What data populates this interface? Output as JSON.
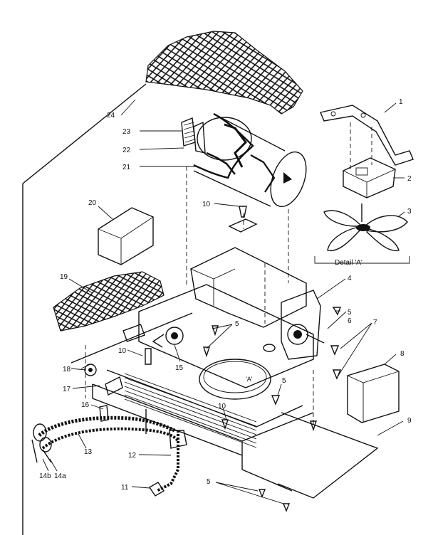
{
  "labels": {
    "n1": "1",
    "n2": "2",
    "n3": "3",
    "n4": "4",
    "n5a": "5",
    "n5b": "5",
    "n5c": "5",
    "n5d": "5",
    "n6": "6",
    "n7": "7",
    "n8": "8",
    "n9": "9",
    "n10a": "10",
    "n10b": "10",
    "n10c": "10",
    "n11": "11",
    "n12": "12",
    "n13": "13",
    "n14a": "14a",
    "n14b": "14b",
    "n15": "15",
    "n16": "16",
    "n17": "17",
    "n18": "18",
    "n19": "19",
    "n20": "20",
    "n21": "21",
    "n22": "22",
    "n23": "23",
    "n24": "24",
    "detail": "Detail 'A'",
    "ref_a": "'A'"
  }
}
